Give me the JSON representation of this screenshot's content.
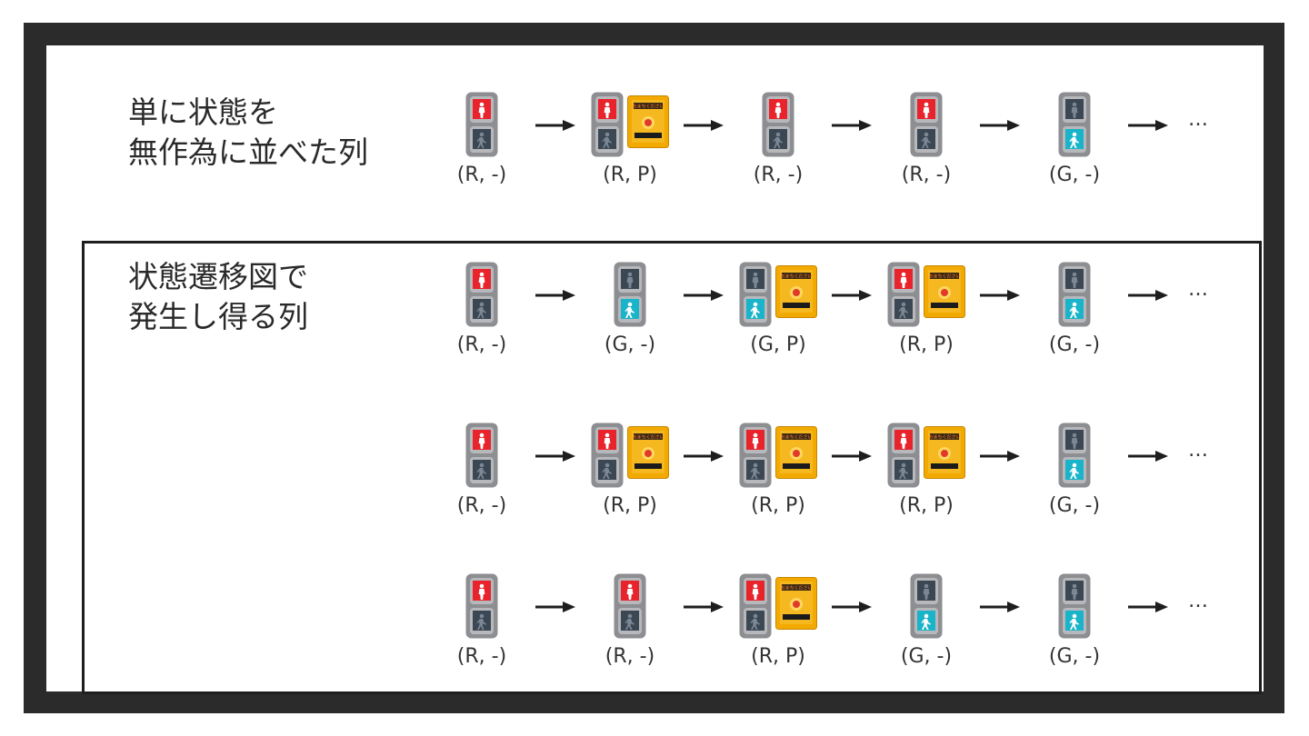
{
  "top_label": "単に状態を\n無作為に並べた列",
  "box_label": "状態遷移図で\n発生し得る列",
  "ellipsis": "…",
  "button_text": "おまちください",
  "colors": {
    "red": "#e8232b",
    "cyan": "#19b4c9",
    "signal_body": "#8d8e92",
    "lamp_off": "#3c4754",
    "button_body": "#f2a900"
  },
  "rows": [
    {
      "states": [
        {
          "label": "(R, -)",
          "signal": "R",
          "button": false
        },
        {
          "label": "(R, P)",
          "signal": "R",
          "button": true
        },
        {
          "label": "(R, -)",
          "signal": "R",
          "button": false
        },
        {
          "label": "(R, -)",
          "signal": "R",
          "button": false
        },
        {
          "label": "(G, -)",
          "signal": "G",
          "button": false
        }
      ]
    },
    {
      "states": [
        {
          "label": "(R, -)",
          "signal": "R",
          "button": false
        },
        {
          "label": "(G, -)",
          "signal": "G",
          "button": false
        },
        {
          "label": "(G, P)",
          "signal": "G",
          "button": true
        },
        {
          "label": "(R, P)",
          "signal": "R",
          "button": true
        },
        {
          "label": "(G, -)",
          "signal": "G",
          "button": false
        }
      ]
    },
    {
      "states": [
        {
          "label": "(R, -)",
          "signal": "R",
          "button": false
        },
        {
          "label": "(R, P)",
          "signal": "R",
          "button": true
        },
        {
          "label": "(R, P)",
          "signal": "R",
          "button": true
        },
        {
          "label": "(R, P)",
          "signal": "R",
          "button": true
        },
        {
          "label": "(G, -)",
          "signal": "G",
          "button": false
        }
      ]
    },
    {
      "states": [
        {
          "label": "(R, -)",
          "signal": "R",
          "button": false
        },
        {
          "label": "(R, -)",
          "signal": "R",
          "button": false
        },
        {
          "label": "(R, P)",
          "signal": "R",
          "button": true
        },
        {
          "label": "(G, -)",
          "signal": "G",
          "button": false
        },
        {
          "label": "(G, -)",
          "signal": "G",
          "button": false
        }
      ]
    }
  ]
}
